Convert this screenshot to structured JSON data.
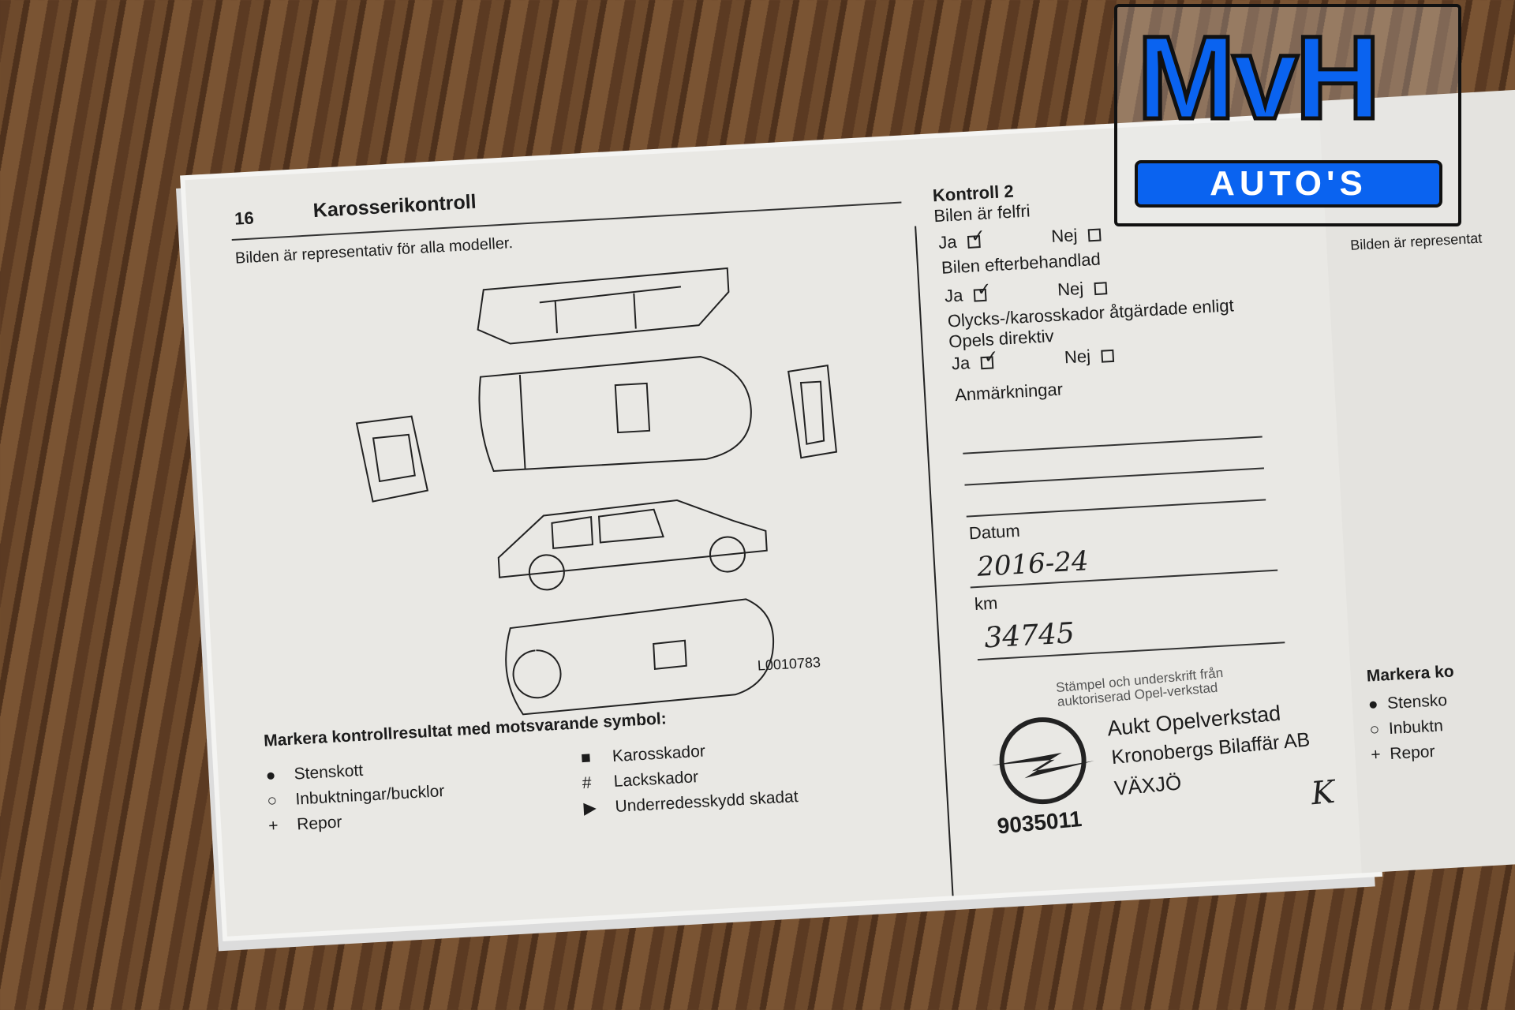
{
  "page": {
    "number": "16",
    "title": "Karosserikontroll",
    "subtitle": "Bilden är representativ för alla modeller.",
    "figure_code": "L0010783"
  },
  "legend": {
    "heading": "Markera kontrollresultat med motsvarande symbol:",
    "items": [
      {
        "symbol": "●",
        "label": "Stenskott"
      },
      {
        "symbol": "○",
        "label": "Inbuktningar/bucklor"
      },
      {
        "symbol": "+",
        "label": "Repor"
      },
      {
        "symbol": "■",
        "label": "Karosskador"
      },
      {
        "symbol": "#",
        "label": "Lackskador"
      },
      {
        "symbol": "▶",
        "label": "Underredesskydd skadat"
      }
    ]
  },
  "form": {
    "title": "Kontroll 2",
    "q1": {
      "label": "Bilen är felfri",
      "yes": "Ja",
      "no": "Nej",
      "checked": "Ja"
    },
    "q2": {
      "label": "Bilen efterbehandlad",
      "yes": "Ja",
      "no": "Nej",
      "checked": "Ja"
    },
    "q3": {
      "label_1": "Olycks-/karosskador åtgärdade enligt",
      "label_2": "Opels direktiv",
      "yes": "Ja",
      "no": "Nej",
      "checked": "Ja"
    },
    "remarks_label": "Anmärkningar",
    "date_label": "Datum",
    "date_value": "2016-24",
    "km_label": "km",
    "km_value": "34745"
  },
  "stamp": {
    "caption_1": "Stämpel och underskrift från",
    "caption_2": "auktoriserad Opel-verkstad",
    "brand_ring": "OPEL",
    "number": "9035011",
    "line_1": "Aukt Opelverkstad",
    "line_2": "Kronobergs Bilaffär AB",
    "line_3": "VÄXJÖ",
    "signature": "K"
  },
  "right_page": {
    "subtitle": "Bilden är representat",
    "legend_heading": "Markera ko",
    "items": [
      "Stensko",
      "Inbuktn",
      "Repor"
    ]
  },
  "watermark": {
    "line_1": "MvH",
    "line_2": "AUTO'S",
    "color": "#0a63f0"
  }
}
